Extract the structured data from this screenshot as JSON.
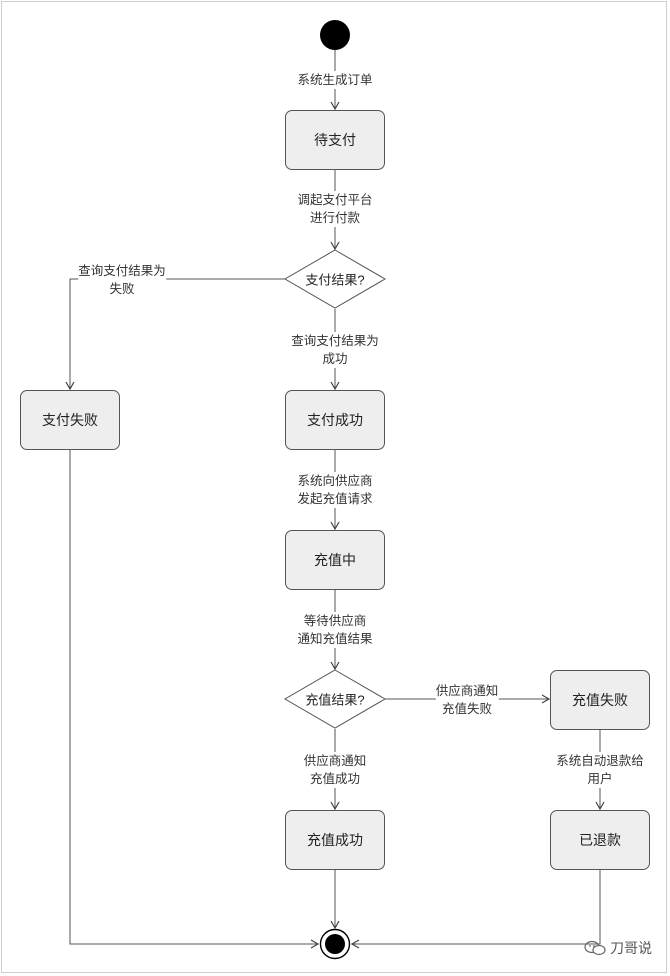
{
  "nodes": {
    "pending_payment": "待支付",
    "payment_success": "支付成功",
    "payment_failed": "支付失败",
    "recharging": "充值中",
    "recharge_success": "充值成功",
    "recharge_failed": "充值失败",
    "refunded": "已退款"
  },
  "decisions": {
    "payment_result": "支付结果?",
    "recharge_result": "充值结果?"
  },
  "edges": {
    "create_order": "系统生成订单",
    "invoke_payment_l1": "调起支付平台",
    "invoke_payment_l2": "进行付款",
    "query_fail_l1": "查询支付结果为",
    "query_fail_l2": "失败",
    "query_success_l1": "查询支付结果为",
    "query_success_l2": "成功",
    "request_recharge_l1": "系统向供应商",
    "request_recharge_l2": "发起充值请求",
    "wait_notify_l1": "等待供应商",
    "wait_notify_l2": "通知充值结果",
    "notify_success_l1": "供应商通知",
    "notify_success_l2": "充值成功",
    "notify_fail_l1": "供应商通知",
    "notify_fail_l2": "充值失败",
    "auto_refund_l1": "系统自动退款给",
    "auto_refund_l2": "用户"
  },
  "watermark": "刀哥说",
  "colors": {
    "line": "#555555",
    "node_fill": "#eeeeee",
    "start_end": "#000000"
  }
}
